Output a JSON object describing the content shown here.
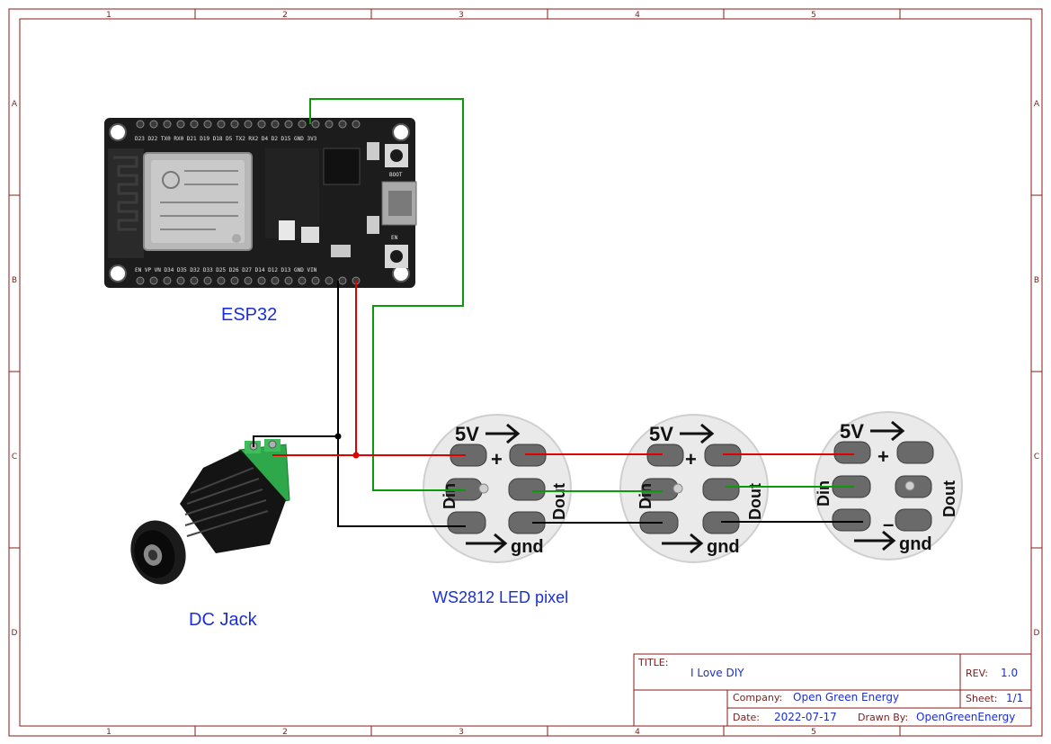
{
  "frame": {
    "columns": [
      "1",
      "2",
      "3",
      "4",
      "5"
    ],
    "rows": [
      "A",
      "B",
      "C",
      "D"
    ]
  },
  "labels": {
    "esp32": "ESP32",
    "dc_jack": "DC Jack",
    "led": "WS2812 LED pixel"
  },
  "esp32_board": {
    "top_pins": "D23 D22 TX0 RX0 D21 D19 D18 D5 TX2 RX2 D4 D2 D15 GND 3V3",
    "bottom_pins": "EN VP VN D34 D35 D32 D33 D25 D26 D27 D14 D12 D13 GND VIN",
    "boot_label": "BOOT",
    "en_label": "EN"
  },
  "led_silkscreen": {
    "v5": "5V",
    "plus": "+",
    "din": "Din",
    "dout": "Dout",
    "gnd": "gnd",
    "minus": "–"
  },
  "title_block": {
    "title_key": "TITLE:",
    "title": "I Love DIY",
    "rev_key": "REV:",
    "rev": "1.0",
    "company_key": "Company:",
    "company": "Open Green Energy",
    "sheet_key": "Sheet:",
    "sheet": "1/1",
    "date_key": "Date:",
    "date": "2022-07-17",
    "drawn_key": "Drawn By:",
    "drawn_by": "OpenGreenEnergy"
  },
  "colors": {
    "frame": "#8b1a1a",
    "label": "#1a2fd6",
    "wire_power": "#e00000",
    "wire_ground": "#000000",
    "wire_data": "#0a9a0a"
  }
}
